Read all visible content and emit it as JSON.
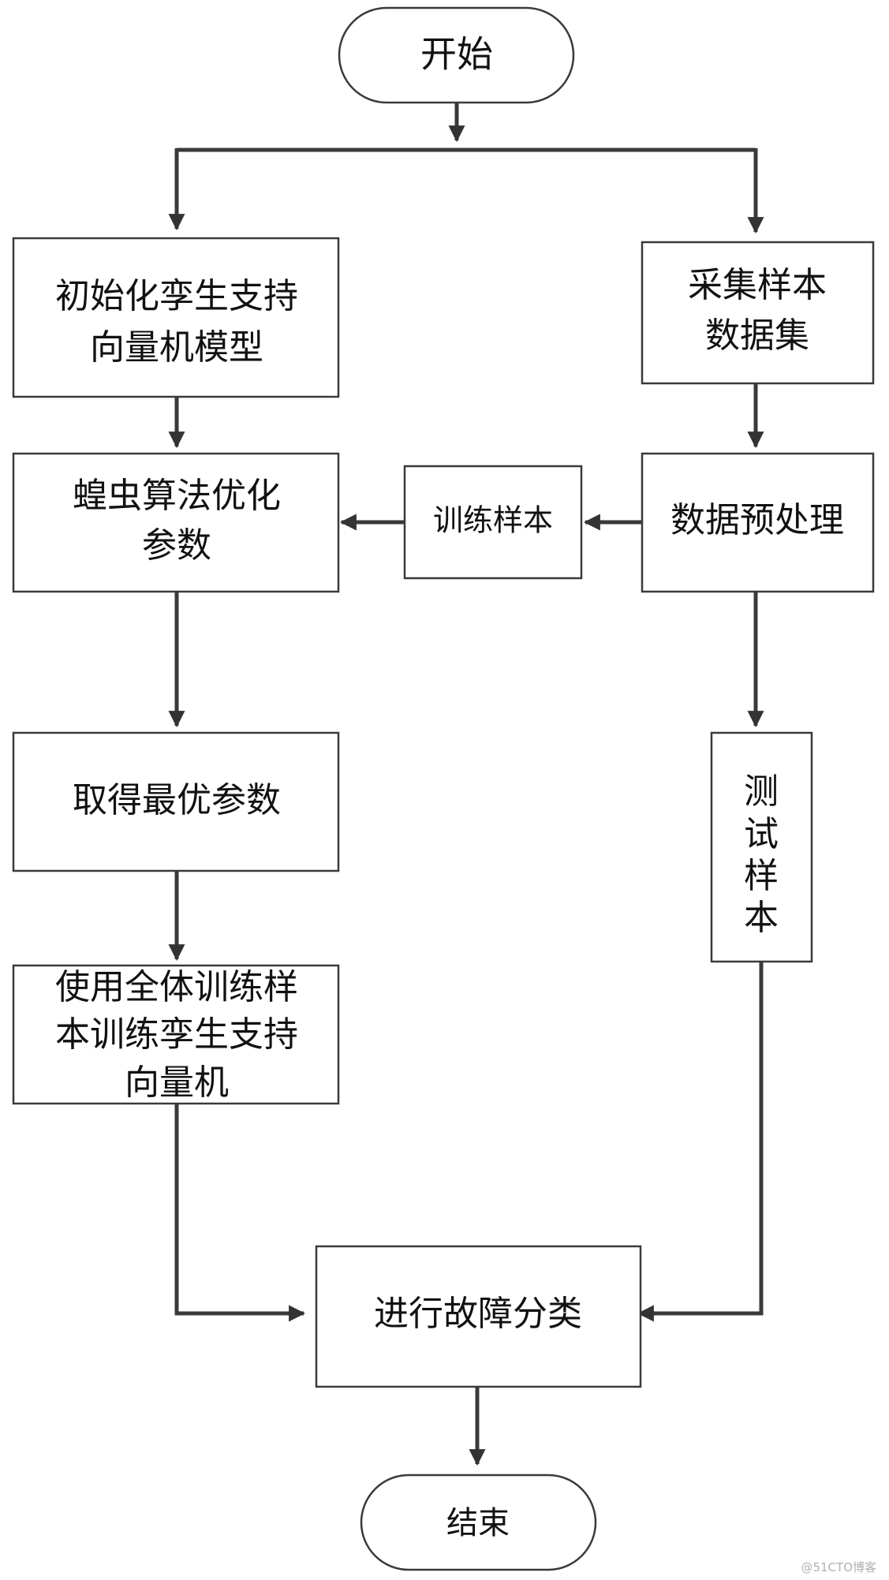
{
  "nodes": {
    "start": "开始",
    "init_model": "初始化孪生支持向量机模型",
    "collect_data": "采集样本数据集",
    "locust_optimize": "蝗虫算法优化参数",
    "train_samples": "训练样本",
    "preprocess": "数据预处理",
    "best_params": "取得最优参数",
    "test_samples": "测试样本",
    "train_full": "使用全体训练样本训练孪生支持向量机",
    "classify": "进行故障分类",
    "end": "结束"
  },
  "watermark": "@51CTO博客",
  "colors": {
    "stroke": "#3a3a3a",
    "arrow": "#333333",
    "text": "#111111"
  }
}
